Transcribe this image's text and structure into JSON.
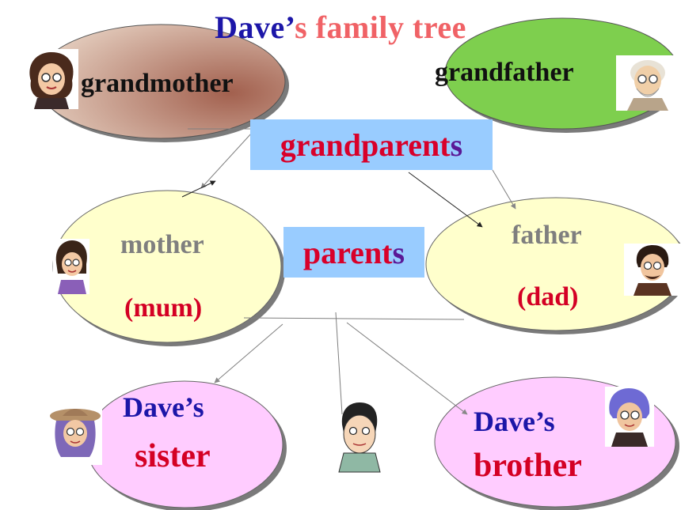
{
  "title": {
    "part1": "Dave’",
    "part2": "s family tree"
  },
  "nodes": {
    "grandmother": "grandmother",
    "grandfather": "grandfather",
    "mother": "mother",
    "mum": "(mum)",
    "father": "father",
    "dad": "(dad)",
    "sister_owner": "Dave’s",
    "sister": "sister",
    "brother_owner": "Dave’s",
    "brother": "brother"
  },
  "boxes": {
    "grandparents_main": "grandparent",
    "grandparents_s": "s",
    "parents_main": "parent",
    "parents_s": "s"
  },
  "colors": {
    "title_dave": "#1c16a8",
    "title_rest": "#f06266",
    "box_bg": "#99ccff",
    "box_text": "#d8002a",
    "plural_s": "#5a1896",
    "grandmother_fill": "#b07968",
    "grandfather_fill": "#7ecf4e",
    "parent_fill": "#ffffcc",
    "child_fill": "#ffccff"
  }
}
